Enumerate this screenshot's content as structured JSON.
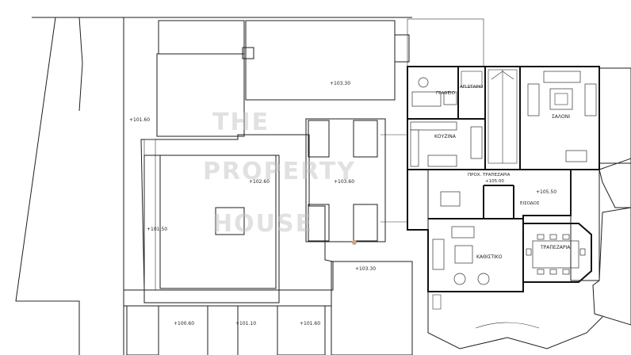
{
  "levels": {
    "lawn_left": "+101.60",
    "upper_terrace": "+103.30",
    "central_terrace": "+102.60",
    "deck": "+103.60",
    "pool_side": "+101.50",
    "bottom_paved": "+103.30",
    "strip_1": "+100.60",
    "strip_2": "+101.10",
    "strip_3": "+101.60",
    "entrance_landing": "+105.50",
    "entrance_hall": "+105.00"
  },
  "rooms": {
    "office": "ΓΡΑΦΕΙΟ",
    "storage": "ΑΠ.ΣΤΑΡΙΟ",
    "kitchen": "ΚΟΥΖΙΝΑ",
    "living": "ΣΑΛΟΝΙ",
    "entrance_hall": "ΠΡΟΧ. ΤΡΑΠΕΖΑΡΙΑ",
    "entrance": "ΕΙΣΟΔΟΣ",
    "sitting": "ΚΑΘΙΣΤΙΚΟ",
    "dining": "ΤΡΑΠΕΖΑΡΙΑ"
  },
  "watermark": {
    "lines": [
      "THE",
      "PROPERTY",
      "HOUSE"
    ]
  },
  "colors": {
    "line": "#1e1e1e",
    "hatch": "#3a3a3a",
    "watermark": "#bdbdbd",
    "marker": "#c9a58a"
  }
}
